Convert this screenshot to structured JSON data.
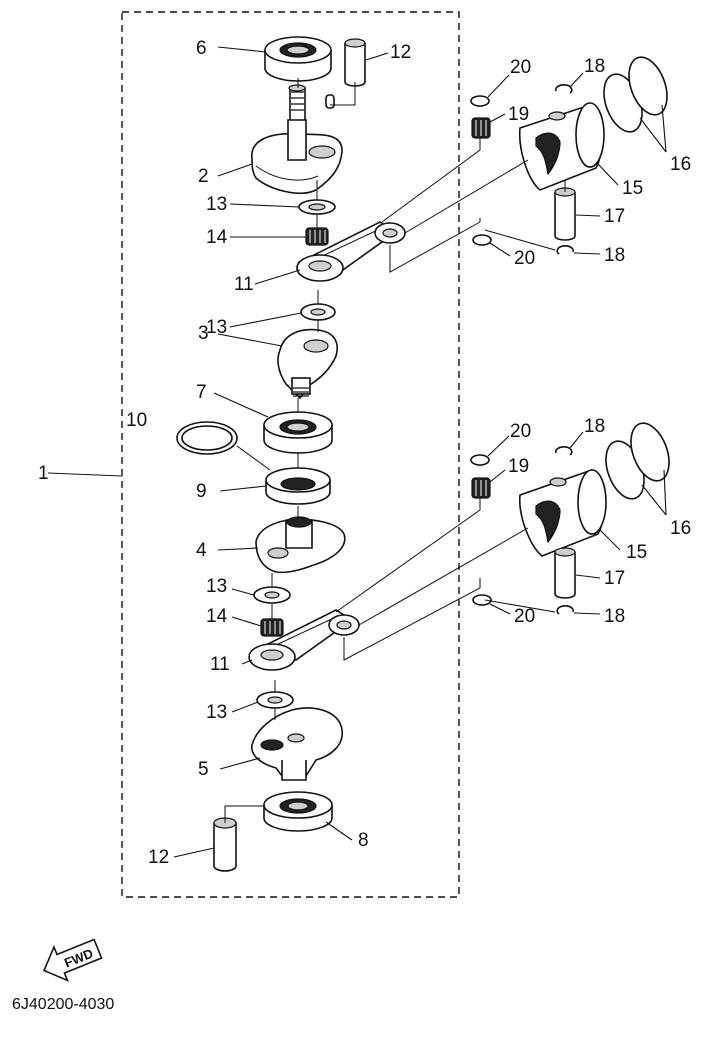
{
  "diagram": {
    "catalog_code": "6J40200-4030",
    "fwd_label": "FWD"
  },
  "callouts": {
    "c1": "1",
    "c2": "2",
    "c3": "3",
    "c4": "4",
    "c5": "5",
    "c6": "6",
    "c7": "7",
    "c8": "8",
    "c9": "9",
    "c10": "10",
    "c11a": "11",
    "c11b": "11",
    "c12a": "12",
    "c12b": "12",
    "c13a": "13",
    "c13b": "13",
    "c13c": "13",
    "c13d": "13",
    "c14a": "14",
    "c14b": "14",
    "c15a": "15",
    "c15b": "15",
    "c16a": "16",
    "c16b": "16",
    "c17a": "17",
    "c17b": "17",
    "c18a": "18",
    "c18b": "18",
    "c18c": "18",
    "c18d": "18",
    "c19a": "19",
    "c19b": "19",
    "c20a": "20",
    "c20b": "20",
    "c20c": "20",
    "c20d": "20"
  }
}
